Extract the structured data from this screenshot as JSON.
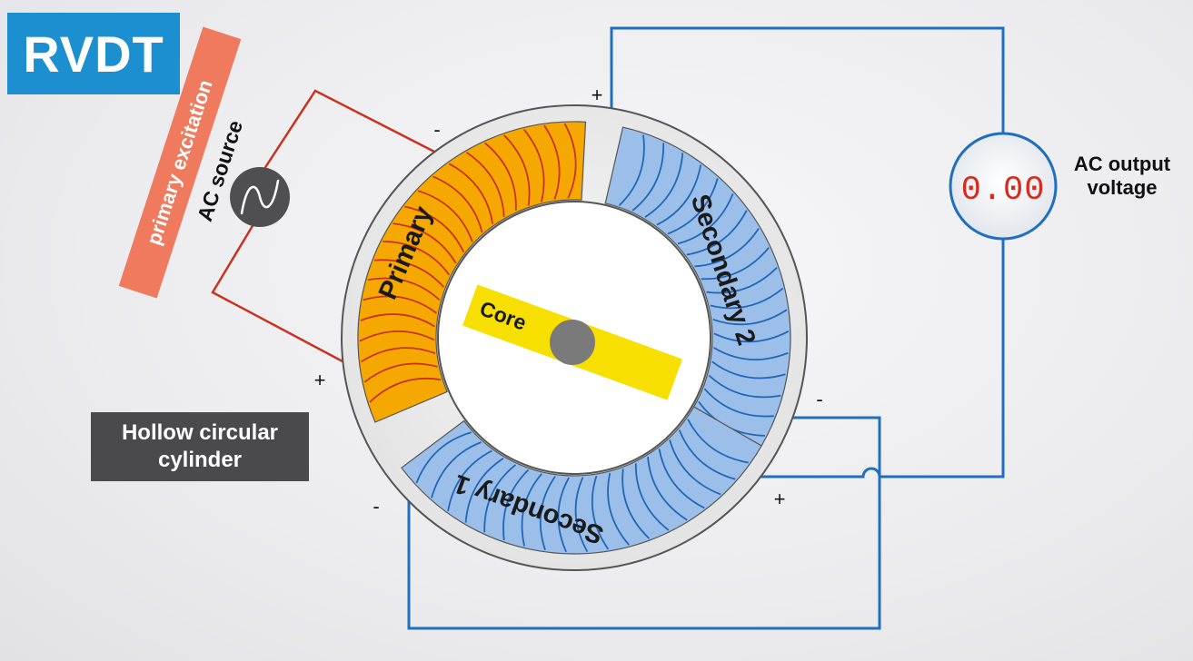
{
  "title": "RVDT",
  "labels": {
    "primary_excitation": "primary excitation",
    "ac_source": "AC source",
    "primary_coil": "Primary",
    "secondary_1": "Secondary 1",
    "secondary_2": "Secondary 2",
    "core": "Core",
    "housing_caption": "Hollow circular cylinder",
    "output_caption_line1": "AC output",
    "output_caption_line2": "voltage"
  },
  "meter": {
    "reading": "0.00"
  },
  "polarity": {
    "primary_top": "-",
    "primary_bottom": "+",
    "secondary2_top": "+",
    "secondary2_bottom": "-",
    "secondary1_left": "-",
    "secondary1_right": "+"
  },
  "colors": {
    "title_bg": "#1b8fd0",
    "primary_fill": "#f5a800",
    "primary_winding": "#c8321e",
    "secondary_fill": "#9bbfe8",
    "secondary_winding": "#2266b8",
    "core_fill": "#f7df00",
    "wire_primary": "#c8321e",
    "wire_secondary": "#1f6fbf",
    "meter_digits": "#d62a1e",
    "caption_bg": "#4a4a4c",
    "excitation_bg": "#ef7a5e"
  },
  "icons": {
    "source": "sine-wave-icon",
    "pivot": "shaft-pivot-icon"
  }
}
